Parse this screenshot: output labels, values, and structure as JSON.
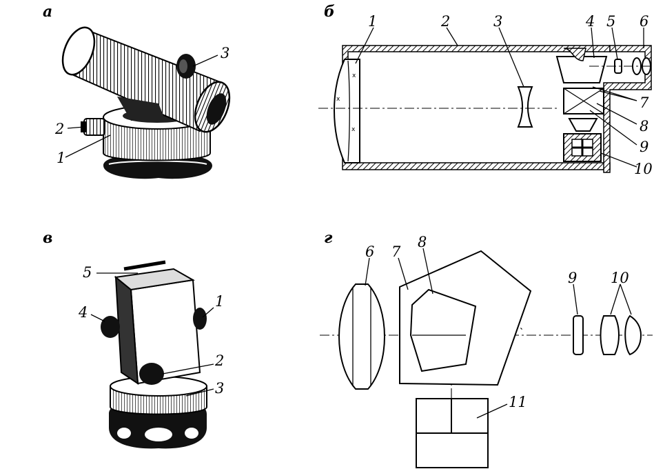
{
  "panels": {
    "a": {
      "letter": "а",
      "labels": [
        "1",
        "2",
        "3"
      ]
    },
    "b": {
      "letter": "б",
      "labels": [
        "1",
        "2",
        "3",
        "4",
        "5",
        "6",
        "7",
        "8",
        "9",
        "10"
      ]
    },
    "v": {
      "letter": "в",
      "labels": [
        "1",
        "2",
        "3",
        "4",
        "5"
      ]
    },
    "g": {
      "letter": "г",
      "labels": [
        "6",
        "7",
        "8",
        "9",
        "10",
        "11"
      ]
    }
  }
}
